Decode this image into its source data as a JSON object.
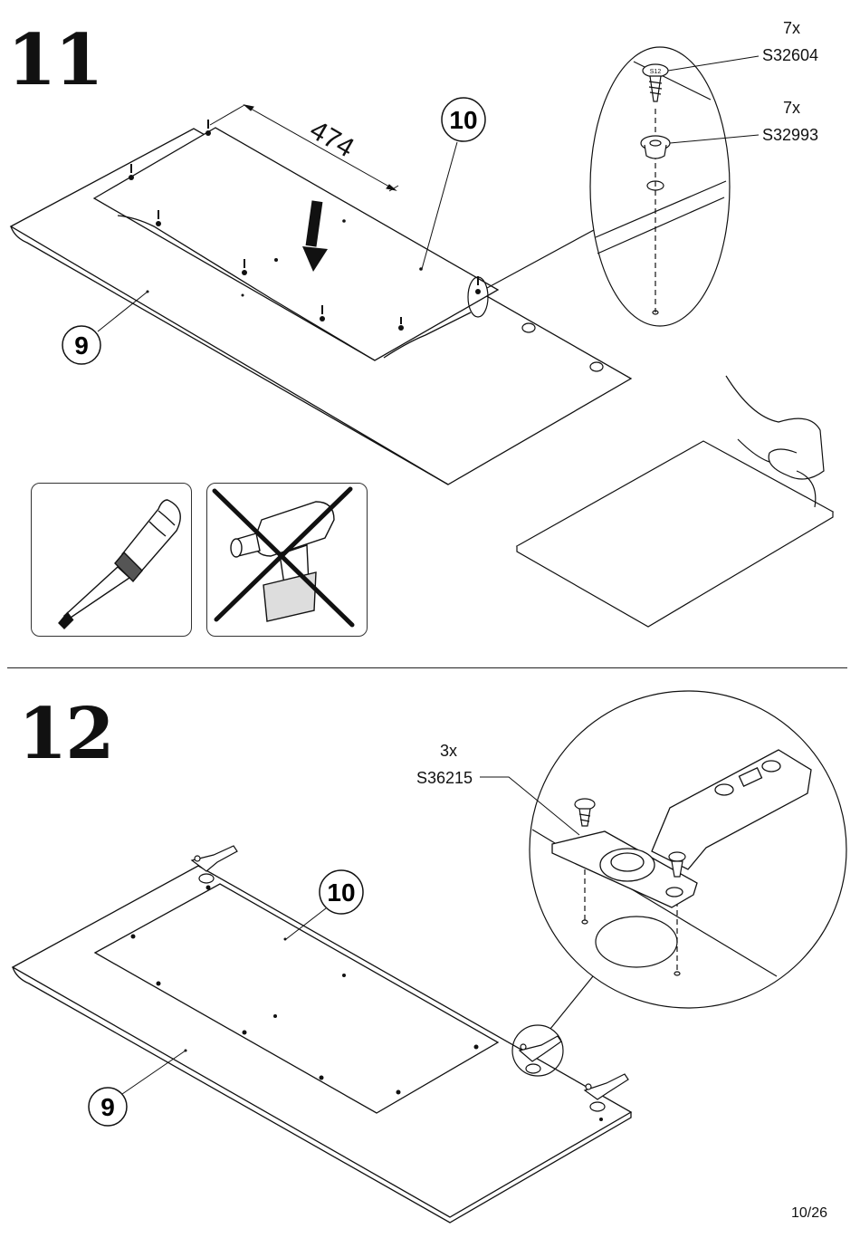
{
  "page": {
    "number": "10/26"
  },
  "step11": {
    "number": "11",
    "dimension": "474",
    "callout_board": "10",
    "callout_panel": "9",
    "parts": [
      {
        "qty": "7x",
        "code": "S32604"
      },
      {
        "qty": "7x",
        "code": "S32993"
      }
    ],
    "tools": [
      {
        "name": "screwdriver-icon",
        "allowed": true
      },
      {
        "name": "power-drill-icon",
        "allowed": false
      }
    ]
  },
  "step12": {
    "number": "12",
    "callout_board": "10",
    "callout_panel": "9",
    "parts": [
      {
        "qty": "3x",
        "code": "S36215"
      }
    ]
  }
}
